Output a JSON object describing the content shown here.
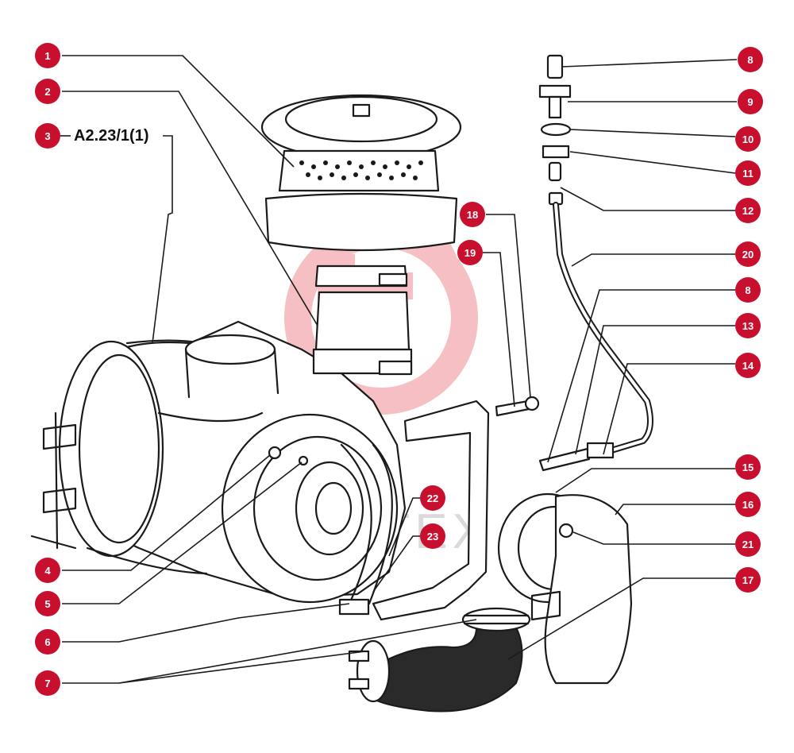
{
  "reference_label": "A2.23/1(1)",
  "watermark_text": "MHTEX",
  "callout_color": "#c8102e",
  "callouts": [
    {
      "id": "1",
      "label": "1"
    },
    {
      "id": "2",
      "label": "2"
    },
    {
      "id": "3",
      "label": "3"
    },
    {
      "id": "4",
      "label": "4"
    },
    {
      "id": "5",
      "label": "5"
    },
    {
      "id": "6",
      "label": "6"
    },
    {
      "id": "7",
      "label": "7"
    },
    {
      "id": "8a",
      "label": "8"
    },
    {
      "id": "9",
      "label": "9"
    },
    {
      "id": "10",
      "label": "10"
    },
    {
      "id": "11",
      "label": "11"
    },
    {
      "id": "12",
      "label": "12"
    },
    {
      "id": "20",
      "label": "20"
    },
    {
      "id": "8b",
      "label": "8"
    },
    {
      "id": "13",
      "label": "13"
    },
    {
      "id": "14",
      "label": "14"
    },
    {
      "id": "15",
      "label": "15"
    },
    {
      "id": "16",
      "label": "16"
    },
    {
      "id": "21",
      "label": "21"
    },
    {
      "id": "17",
      "label": "17"
    },
    {
      "id": "18",
      "label": "18"
    },
    {
      "id": "19",
      "label": "19"
    },
    {
      "id": "22",
      "label": "22"
    },
    {
      "id": "23",
      "label": "23"
    }
  ]
}
